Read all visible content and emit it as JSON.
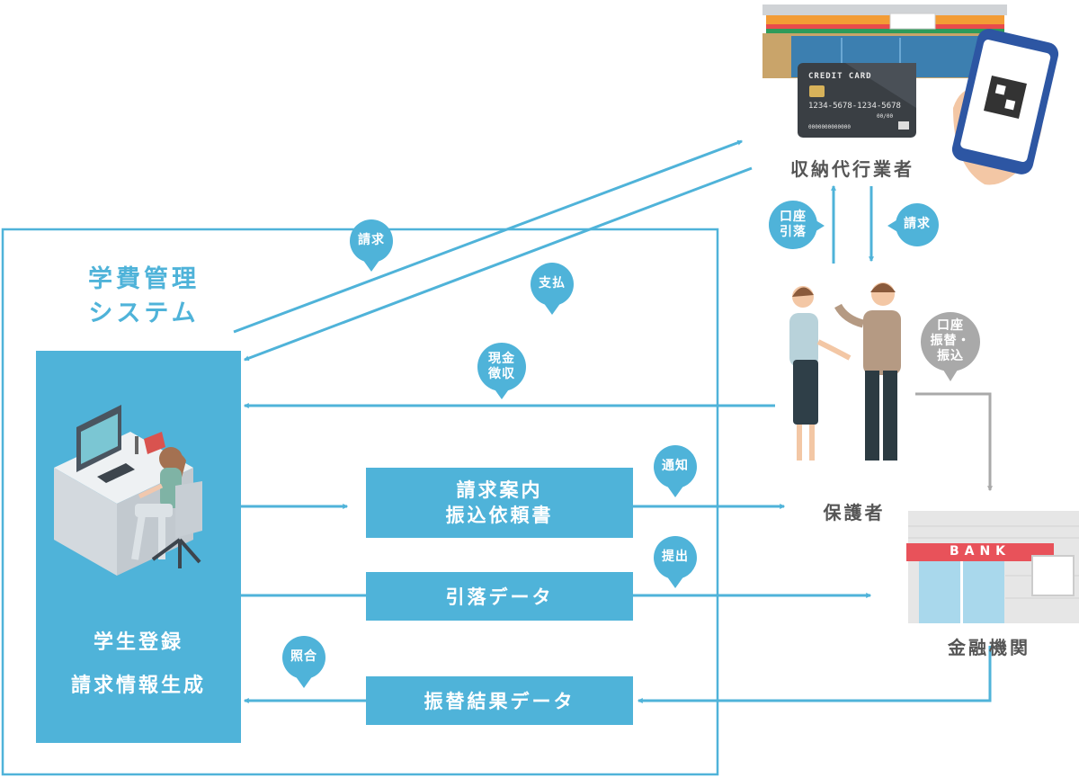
{
  "system": {
    "title_line1": "学費管理",
    "title_line2": "システム",
    "panel_line1": "学生登録",
    "panel_line2": "請求情報生成"
  },
  "boxes": {
    "invoice_line1": "請求案内",
    "invoice_line2": "振込依頼書",
    "debit_data": "引落データ",
    "transfer_result": "振替結果データ"
  },
  "nodes": {
    "agent": "収納代行業者",
    "guardian": "保護者",
    "bank": "金融機関"
  },
  "bubbles": {
    "request_left": "請求",
    "payment": "支払",
    "cash_line1": "現金",
    "cash_line2": "徴収",
    "notify": "通知",
    "submit": "提出",
    "reconcile": "照合",
    "account_debit_line1": "口座",
    "account_debit_line2": "引落",
    "request_right": "請求",
    "transfer_line1": "口座",
    "transfer_line2": "振替・",
    "transfer_line3": "振込"
  },
  "illustration": {
    "card_title": "CREDIT CARD",
    "card_number": "1234-5678-1234-5678",
    "card_expiry": "00/00",
    "card_holder": "0000000000000",
    "bank_sign": "BANK"
  },
  "colors": {
    "accent": "#4fb3d9",
    "gray": "#a9a9a9",
    "bank_red": "#e8525a"
  },
  "icons": [
    "convenience-store-icon",
    "credit-card-icon",
    "smartphone-qr-icon",
    "office-worker-icon",
    "guardians-icon",
    "bank-building-icon"
  ]
}
